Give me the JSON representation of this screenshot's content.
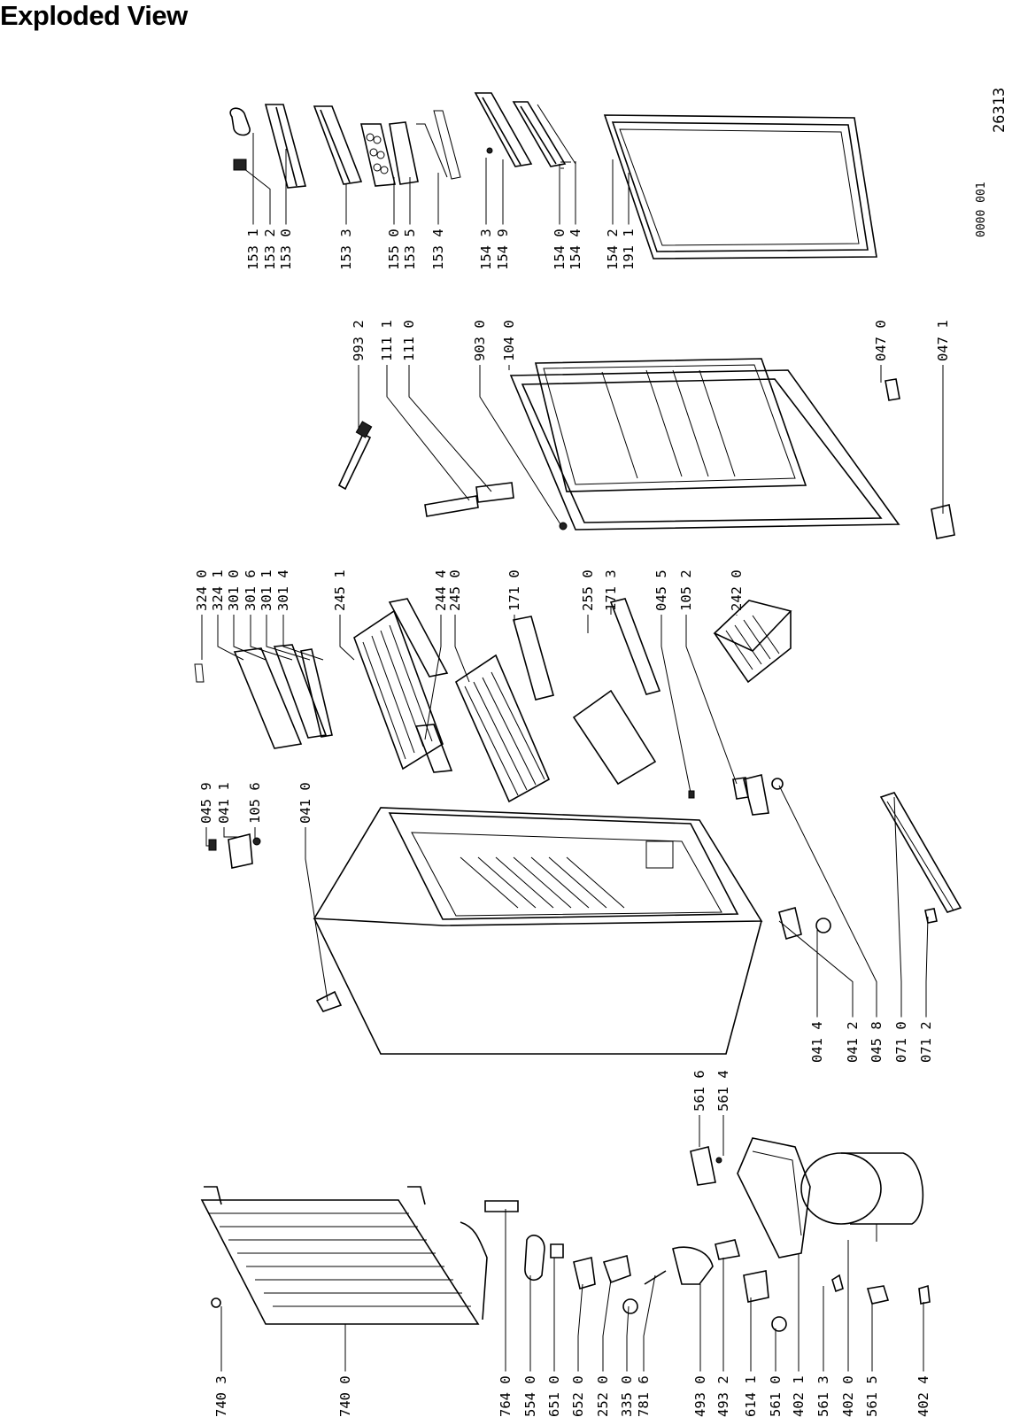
{
  "header": {
    "title": "Exploded View"
  },
  "document_id": {
    "text_a": "0000 001",
    "text_b": "26313"
  },
  "parts": [
    {
      "label": "153 1"
    },
    {
      "label": "153 2"
    },
    {
      "label": "153 0"
    },
    {
      "label": "153 3"
    },
    {
      "label": "155 0"
    },
    {
      "label": "153 5"
    },
    {
      "label": "153 4"
    },
    {
      "label": "154 3"
    },
    {
      "label": "154 9"
    },
    {
      "label": "154 0"
    },
    {
      "label": "154 4"
    },
    {
      "label": "154 2"
    },
    {
      "label": "191 1"
    },
    {
      "label": "993 2"
    },
    {
      "label": "111 1"
    },
    {
      "label": "111 0"
    },
    {
      "label": "903 0"
    },
    {
      "label": "104 0"
    },
    {
      "label": "047 0"
    },
    {
      "label": "047 1"
    },
    {
      "label": "324 0"
    },
    {
      "label": "324 1"
    },
    {
      "label": "301 0"
    },
    {
      "label": "301 6"
    },
    {
      "label": "301 1"
    },
    {
      "label": "301 4"
    },
    {
      "label": "245 1"
    },
    {
      "label": "244 4"
    },
    {
      "label": "245 0"
    },
    {
      "label": "171 0"
    },
    {
      "label": "255 0"
    },
    {
      "label": "171 3"
    },
    {
      "label": "045 5"
    },
    {
      "label": "105 2"
    },
    {
      "label": "242 0"
    },
    {
      "label": "045 9"
    },
    {
      "label": "041 1"
    },
    {
      "label": "105 6"
    },
    {
      "label": "041 0"
    },
    {
      "label": "041 4"
    },
    {
      "label": "041 2"
    },
    {
      "label": "045 8"
    },
    {
      "label": "071 0"
    },
    {
      "label": "071 2"
    },
    {
      "label": "561 6"
    },
    {
      "label": "561 4"
    },
    {
      "label": "740 3"
    },
    {
      "label": "740 0"
    },
    {
      "label": "764 0"
    },
    {
      "label": "554 0"
    },
    {
      "label": "651 0"
    },
    {
      "label": "652 0"
    },
    {
      "label": "252 0"
    },
    {
      "label": "335 0"
    },
    {
      "label": "781 6"
    },
    {
      "label": "493 0"
    },
    {
      "label": "493 2"
    },
    {
      "label": "614 1"
    },
    {
      "label": "561 0"
    },
    {
      "label": "402 1"
    },
    {
      "label": "561 3"
    },
    {
      "label": "402 0"
    },
    {
      "label": "561 5"
    },
    {
      "label": "402 4"
    }
  ]
}
